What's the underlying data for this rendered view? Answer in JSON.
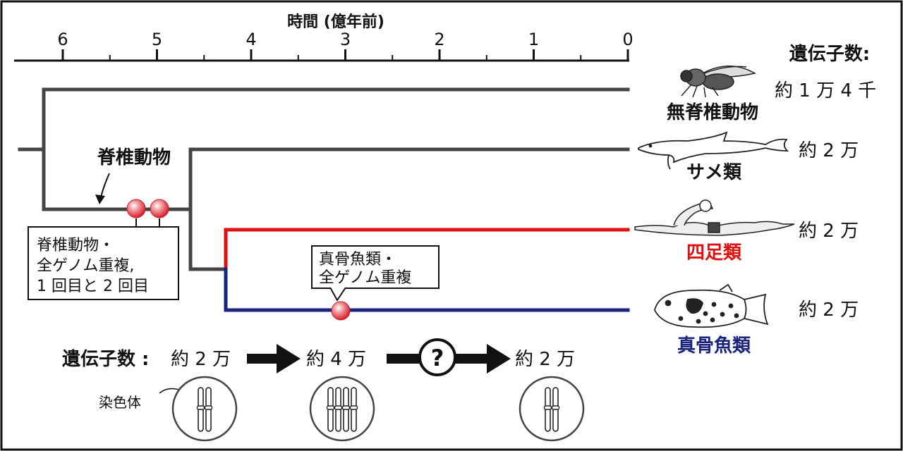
{
  "axis": {
    "title": "時間 (億年前)",
    "ticks": [
      "6",
      "5",
      "4",
      "3",
      "2",
      "1",
      "0"
    ]
  },
  "gene_count_header": "遺伝子数:",
  "taxa": [
    {
      "name": "無脊椎動物",
      "genes": "約 1 万 4 千",
      "color": "#333333"
    },
    {
      "name": "サメ類",
      "genes": "約 2 万",
      "color": "#333333"
    },
    {
      "name": "四足類",
      "genes": "約 2 万",
      "color": "#e01010"
    },
    {
      "name": "真骨魚類",
      "genes": "約 2 万",
      "color": "#1a237e"
    }
  ],
  "labels": {
    "vertebrates": "脊椎動物",
    "vert_box": [
      "脊椎動物・",
      "全ゲノム重複,",
      "1 回目と 2 回目"
    ],
    "teleost_box": [
      "真骨魚類・",
      "全ゲノム重複"
    ]
  },
  "flow": {
    "label": "遺伝子数 :",
    "stages": [
      "約 2 万",
      "約 4 万",
      "約 2 万"
    ],
    "question": "?",
    "chromosome_label": "染色体"
  },
  "colors": {
    "branch": "#444444",
    "tetrapod": "#e01010",
    "teleost": "#1a237e",
    "duplication": "#e8505a"
  }
}
